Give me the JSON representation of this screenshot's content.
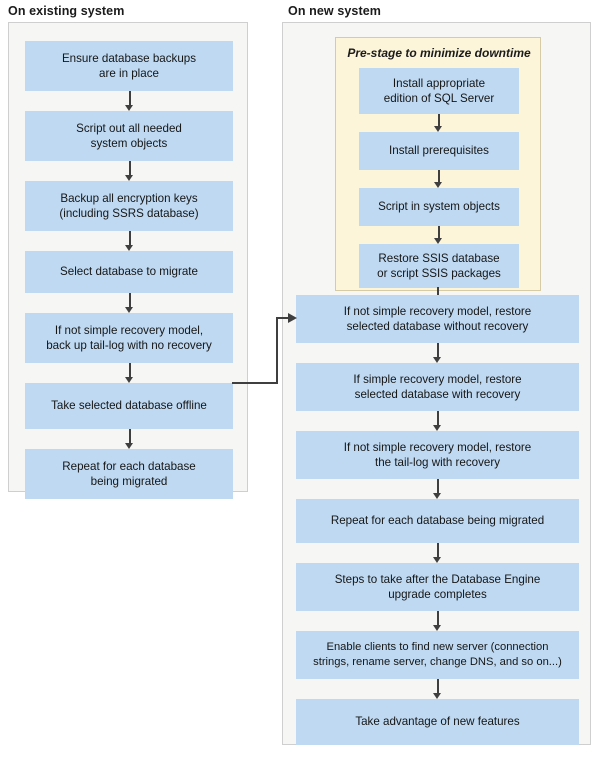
{
  "diagram": {
    "title_existing": "On existing system",
    "title_new": "On new system",
    "colors": {
      "box_fill": "#bed9f1",
      "panel_fill": "#f6f6f5",
      "panel_border": "#cfcfcf",
      "prestage_fill": "#fcf5da",
      "prestage_border": "#d6cba5",
      "arrow": "#3f3f3f",
      "text": "#161616"
    }
  },
  "existing_system": {
    "heading": "On existing system",
    "steps": [
      {
        "id": "ensure-backups",
        "lines": [
          "Ensure database backups",
          "are in place"
        ]
      },
      {
        "id": "script-out-objects",
        "lines": [
          "Script out all needed",
          "system objects"
        ]
      },
      {
        "id": "backup-encryption-keys",
        "lines": [
          "Backup all encryption keys",
          "(including SSRS database)"
        ]
      },
      {
        "id": "select-database",
        "lines": [
          "Select database to migrate"
        ]
      },
      {
        "id": "backup-tail-log",
        "lines": [
          "If not simple recovery model,",
          "back up tail-log with no recovery"
        ]
      },
      {
        "id": "take-offline",
        "lines": [
          "Take selected database offline"
        ]
      },
      {
        "id": "repeat-each-database",
        "lines": [
          "Repeat for each database",
          "being migrated"
        ]
      }
    ]
  },
  "new_system": {
    "heading": "On new system",
    "prestage": {
      "title": "Pre-stage to minimize downtime",
      "steps": [
        {
          "id": "install-edition",
          "lines": [
            "Install appropriate",
            "edition of SQL Server"
          ]
        },
        {
          "id": "install-prerequisites",
          "lines": [
            "Install prerequisites"
          ]
        },
        {
          "id": "script-in-objects",
          "lines": [
            "Script in system objects"
          ]
        },
        {
          "id": "restore-ssis",
          "lines": [
            "Restore SSIS database",
            "or script SSIS packages"
          ]
        }
      ]
    },
    "steps": [
      {
        "id": "restore-without-recovery",
        "lines": [
          "If not simple recovery model, restore",
          "selected database without recovery"
        ]
      },
      {
        "id": "restore-with-recovery",
        "lines": [
          "If simple recovery model, restore",
          "selected database with recovery"
        ]
      },
      {
        "id": "restore-tail-log",
        "lines": [
          "If not simple recovery model, restore",
          "the tail-log with recovery"
        ]
      },
      {
        "id": "repeat-each-database",
        "lines": [
          "Repeat for each database being migrated"
        ]
      },
      {
        "id": "post-upgrade-steps",
        "lines": [
          "Steps to take after the Database Engine",
          "upgrade completes"
        ]
      },
      {
        "id": "enable-clients",
        "lines": [
          "Enable clients to find new server (connection",
          "strings, rename server, change DNS, and so on...)"
        ]
      },
      {
        "id": "new-features",
        "lines": [
          "Take advantage of new features"
        ]
      }
    ]
  },
  "connector": {
    "from": "take-offline",
    "to": "restore-without-recovery",
    "label": ""
  }
}
